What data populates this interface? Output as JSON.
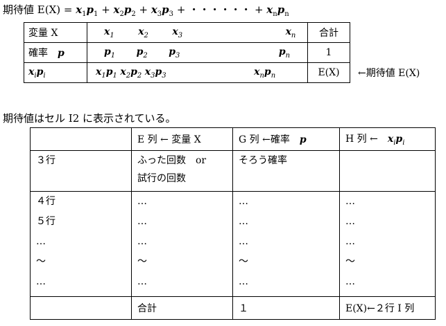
{
  "formula": {
    "lhs": "期待値 E(X) =",
    "terms": [
      "x1p1",
      "x2p2",
      "x3p3",
      "xnpn"
    ],
    "dots": "・・・・・・"
  },
  "table1": {
    "row1": {
      "label": "変量 X",
      "x1": "x1",
      "x2": "x2",
      "x3": "x3",
      "xn": "xn",
      "total": "合計"
    },
    "row2": {
      "label": "確率",
      "p_label": "p",
      "p1": "p1",
      "p2": "p2",
      "p3": "p3",
      "pn": "pn",
      "total": "1"
    },
    "row3": {
      "label": "xipi",
      "v1": "x1p1",
      "v2": "x2p2",
      "v3": "x3p3",
      "vn": "xnpn",
      "total": "E(X)"
    }
  },
  "note_arrow": "←期待値 E(X)",
  "paragraph": "期待値はセル I2 に表示されている。",
  "table2": {
    "header": {
      "col1": "",
      "col2": "E 列 ← 変量 X",
      "col3": "G 列 ←確率",
      "col3_p": "p",
      "col4": "H 列 ←"
    },
    "row3": {
      "col1": "３行",
      "col2a": "ふった回数　or",
      "col2b": "試行の回数",
      "col3": "そろう確率",
      "col4": ""
    },
    "row_body": {
      "col1": [
        "４行",
        "５行",
        "…",
        "〜",
        "…"
      ],
      "col2": [
        "…",
        "…",
        "…",
        "〜",
        "…"
      ],
      "col3": [
        "…",
        "…",
        "…",
        "〜",
        "…"
      ],
      "col4": [
        "…",
        "…",
        "…",
        "〜",
        "…"
      ]
    },
    "footer": {
      "col1": "",
      "col2": "合計",
      "col3": "１",
      "col4": "E(X)←２行 I 列"
    }
  }
}
